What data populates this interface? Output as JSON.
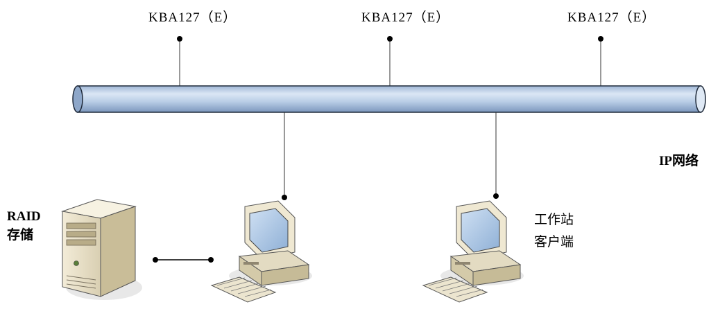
{
  "devices": [
    {
      "label": "KBA127（E）"
    },
    {
      "label": "KBA127（E）"
    },
    {
      "label": "KBA127（E）"
    }
  ],
  "network": {
    "label": "IP网络",
    "pipe_color": "#c4d6ec",
    "pipe_shade": "#8fa9cc"
  },
  "raid": {
    "line1": "RAID",
    "line2": "存储"
  },
  "workstation": {
    "line1": "工作站",
    "line2": "客户端"
  },
  "icons": [
    "server-icon",
    "computer-icon",
    "computer-icon"
  ]
}
